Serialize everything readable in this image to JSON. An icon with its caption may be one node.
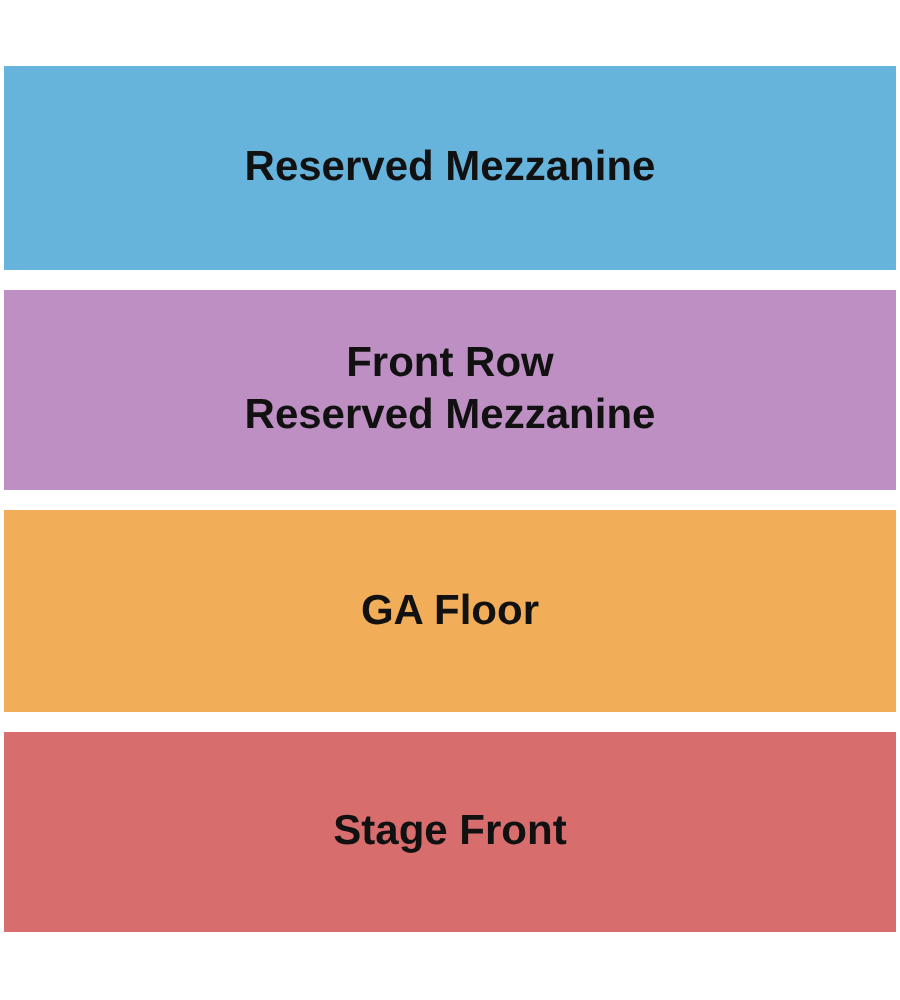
{
  "diagram": {
    "nodes": [
      {
        "text": [
          "Reserved Mezzanine"
        ]
      },
      {
        "text": [
          "Front Row Reserved Mezzanine"
        ]
      },
      {
        "text": [
          "GA Floor"
        ]
      },
      {
        "text": [
          "Stage Front"
        ]
      }
    ]
  }
}
